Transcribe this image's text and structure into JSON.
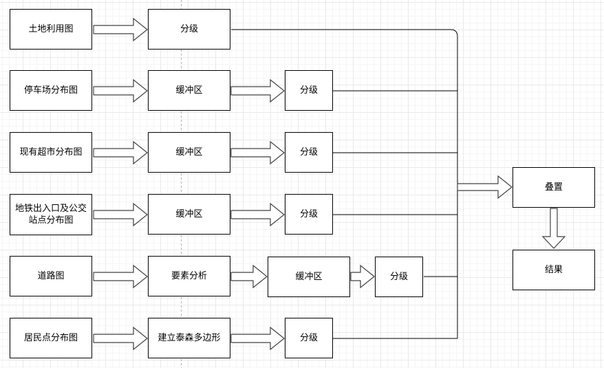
{
  "diagram_type": "flowchart",
  "nodes": [
    {
      "id": "land-use-map",
      "label": "土地利用图"
    },
    {
      "id": "grading-1",
      "label": "分级"
    },
    {
      "id": "parking-map",
      "label": "停车场分布图"
    },
    {
      "id": "buffer-1",
      "label": "缓冲区"
    },
    {
      "id": "grading-2",
      "label": "分级"
    },
    {
      "id": "supermarket-map",
      "label": "现有超市分布图"
    },
    {
      "id": "buffer-2",
      "label": "缓冲区"
    },
    {
      "id": "grading-3",
      "label": "分级"
    },
    {
      "id": "metro-bus-map",
      "label": "地铁出入口及公交站点分布图"
    },
    {
      "id": "buffer-3",
      "label": "缓冲区"
    },
    {
      "id": "grading-4",
      "label": "分级"
    },
    {
      "id": "road-map",
      "label": "道路图"
    },
    {
      "id": "feature-analysis",
      "label": "要素分析"
    },
    {
      "id": "buffer-4",
      "label": "缓冲区"
    },
    {
      "id": "grading-5",
      "label": "分级"
    },
    {
      "id": "residential-map",
      "label": "居民点分布图"
    },
    {
      "id": "thiessen-polygon",
      "label": "建立泰森多边形"
    },
    {
      "id": "grading-6",
      "label": "分级"
    },
    {
      "id": "overlay",
      "label": "叠置"
    },
    {
      "id": "result",
      "label": "结果"
    }
  ],
  "edges": [
    {
      "from": "land-use-map",
      "to": "grading-1"
    },
    {
      "from": "parking-map",
      "to": "buffer-1"
    },
    {
      "from": "buffer-1",
      "to": "grading-2"
    },
    {
      "from": "supermarket-map",
      "to": "buffer-2"
    },
    {
      "from": "buffer-2",
      "to": "grading-3"
    },
    {
      "from": "metro-bus-map",
      "to": "buffer-3"
    },
    {
      "from": "buffer-3",
      "to": "grading-4"
    },
    {
      "from": "road-map",
      "to": "feature-analysis"
    },
    {
      "from": "feature-analysis",
      "to": "buffer-4"
    },
    {
      "from": "buffer-4",
      "to": "grading-5"
    },
    {
      "from": "residential-map",
      "to": "thiessen-polygon"
    },
    {
      "from": "thiessen-polygon",
      "to": "grading-6"
    },
    {
      "from": "grading-1",
      "to": "overlay"
    },
    {
      "from": "grading-2",
      "to": "overlay"
    },
    {
      "from": "grading-3",
      "to": "overlay"
    },
    {
      "from": "grading-4",
      "to": "overlay"
    },
    {
      "from": "grading-5",
      "to": "overlay"
    },
    {
      "from": "grading-6",
      "to": "overlay"
    },
    {
      "from": "overlay",
      "to": "result"
    }
  ],
  "colors": {
    "node_border": "#000000",
    "node_fill": "#ffffff",
    "edge_line": "#000000",
    "arrow_outline": "#404040",
    "page_break_dash": "#b0b0b0",
    "grid_minor": "#f5f5f5",
    "grid_major": "#e9e9e9"
  }
}
